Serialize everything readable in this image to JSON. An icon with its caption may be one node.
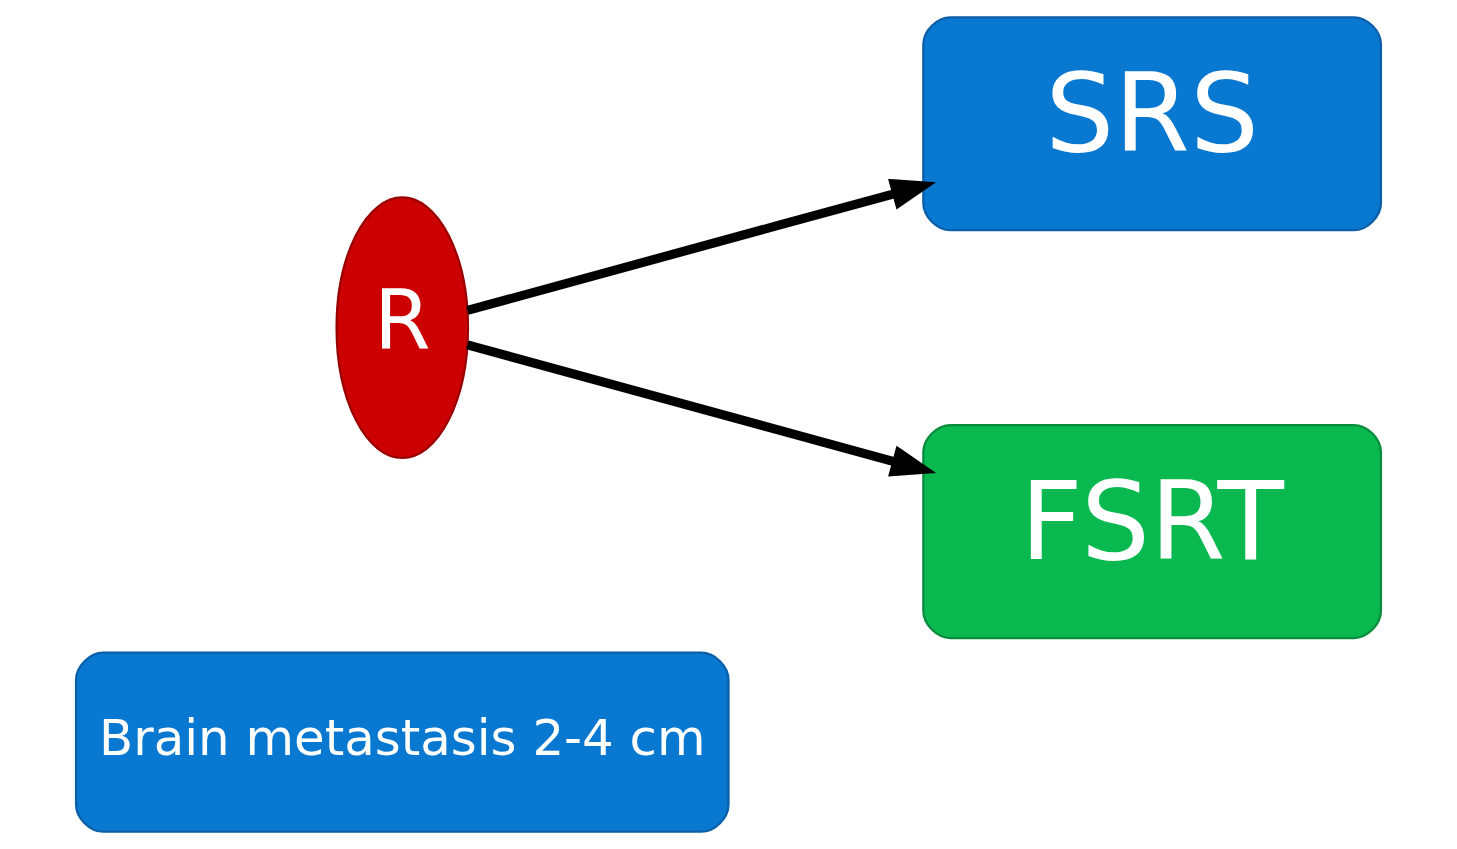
{
  "diagram": {
    "nodes": [
      {
        "text": [
          "Brain metastasis 2-4 cm"
        ]
      },
      {
        "text": [
          "R"
        ]
      },
      {
        "text": [
          "SRS"
        ]
      },
      {
        "text": [
          "FSRT"
        ]
      }
    ],
    "edges": [
      {
        "from": 1,
        "to": 2,
        "arrow": "to"
      },
      {
        "from": 1,
        "to": 3,
        "arrow": "to"
      }
    ]
  }
}
